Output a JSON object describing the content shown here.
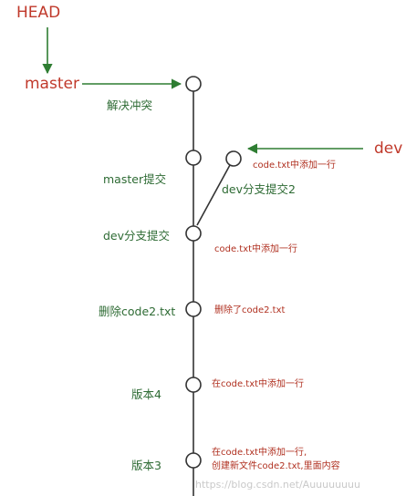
{
  "pointers": {
    "head": "HEAD",
    "master": "master",
    "dev": "dev"
  },
  "commits": {
    "resolve_conflict": "解决冲突",
    "master_commit": "master提交",
    "dev_branch_commit2": "dev分支提交2",
    "dev_branch_commit": "dev分支提交",
    "delete_code2": "删除code2.txt",
    "version4": "版本4",
    "version3": "版本3"
  },
  "notes": {
    "dev2_note": "code.txt中添加一行",
    "dev_note": "code.txt中添加一行",
    "delete_note": "删除了code2.txt",
    "v4_note": "在code.txt中添加一行",
    "v3_note_line1": "在code.txt中添加一行,",
    "v3_note_line2": "创建新文件code2.txt,里面内容"
  },
  "watermark": "https://blog.csdn.net/Auuuuuuuu",
  "colors": {
    "pointer_red": "#c0392b",
    "arrow_green": "#2e7d32",
    "label_green": "#2e6b34",
    "note_red": "#b03020",
    "line_gray": "#333333"
  }
}
